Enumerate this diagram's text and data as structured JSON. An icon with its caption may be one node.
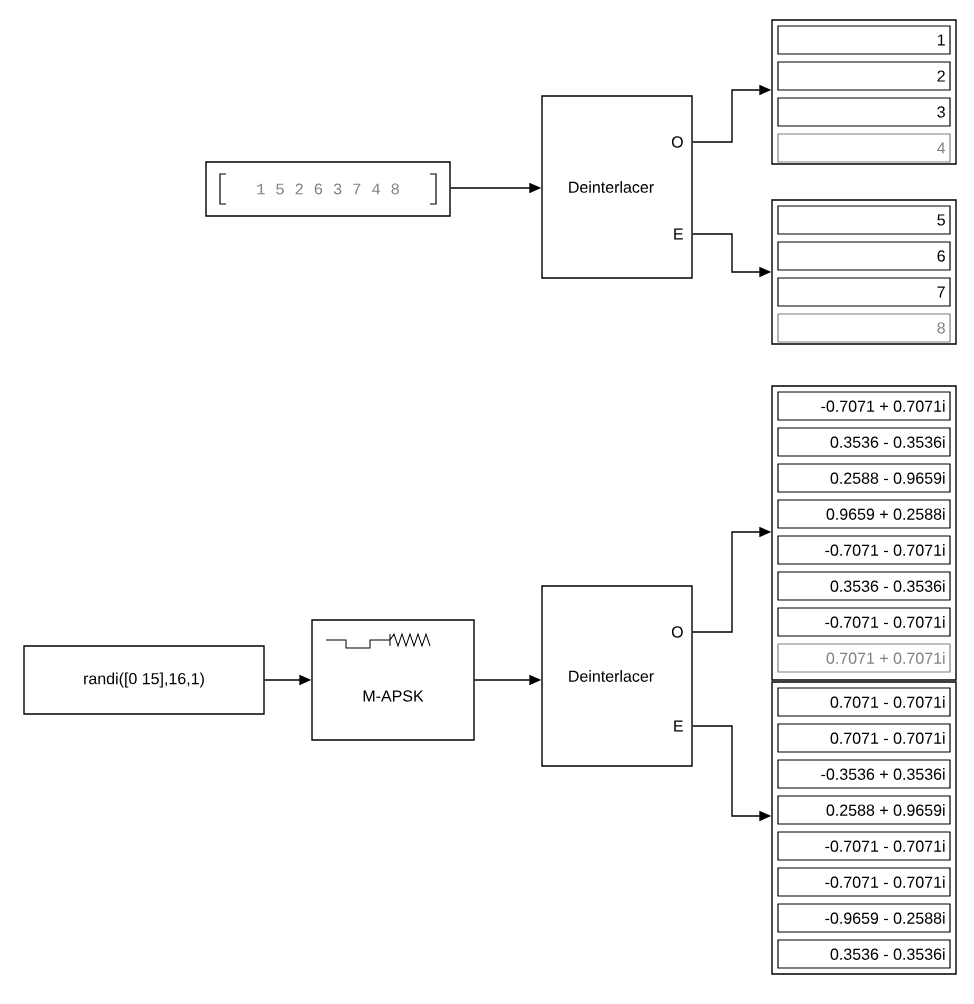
{
  "diagram": {
    "nodes": [
      {
        "text": [
          "1 5 2 6 3 7 4 8"
        ]
      },
      {
        "text": [
          "Deinterlacer",
          "O",
          "E"
        ]
      },
      {
        "text": [
          "1",
          "2",
          "3",
          "4"
        ]
      },
      {
        "text": [
          "5",
          "6",
          "7",
          "8"
        ]
      },
      {
        "text": [
          "randi([0 15],16,1)"
        ]
      },
      {
        "text": [
          "M-APSK"
        ]
      },
      {
        "text": [
          "Deinterlacer",
          "O",
          "E"
        ]
      },
      {
        "text": [
          "-0.7071 + 0.7071i",
          "0.3536 - 0.3536i",
          "0.2588 - 0.9659i",
          "0.9659 + 0.2588i",
          "-0.7071 - 0.7071i",
          "0.3536 - 0.3536i",
          "-0.7071 - 0.7071i",
          "0.7071 + 0.7071i"
        ]
      },
      {
        "text": [
          "0.7071 - 0.7071i",
          "0.7071 - 0.7071i",
          "-0.3536 + 0.3536i",
          "0.2588 + 0.9659i",
          "-0.7071 - 0.7071i",
          "-0.7071 - 0.7071i",
          "-0.9659 - 0.2588i",
          "0.3536 - 0.3536i"
        ]
      }
    ],
    "edges": [
      {
        "from": 0,
        "to": 1,
        "arrow": "to"
      },
      {
        "from": 1,
        "to": 2,
        "arrow": "to"
      },
      {
        "from": 1,
        "to": 3,
        "arrow": "to"
      },
      {
        "from": 4,
        "to": 5,
        "arrow": "to"
      },
      {
        "from": 5,
        "to": 6,
        "arrow": "to"
      },
      {
        "from": 6,
        "to": 7,
        "arrow": "to"
      },
      {
        "from": 6,
        "to": 8,
        "arrow": "to"
      }
    ]
  }
}
